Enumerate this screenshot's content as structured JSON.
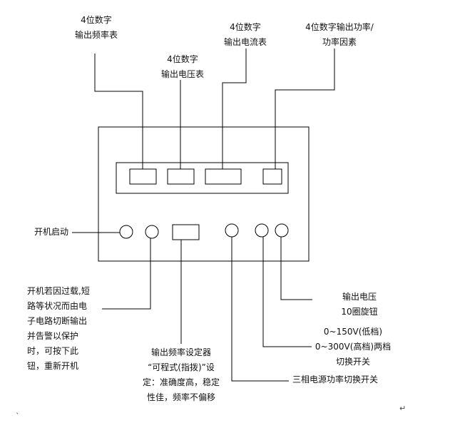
{
  "labels": {
    "freq_meter": [
      "4位数字",
      "输出频率表"
    ],
    "voltage_meter": [
      "4位数字",
      "输出电压表"
    ],
    "current_meter": [
      "4位数字",
      "输出电流表"
    ],
    "power_meter": [
      "4位数字输出功率/",
      "功率因素"
    ],
    "power_on": "开机启动",
    "restart": [
      "开机若因过载,短",
      "路等状况而由电",
      "子电路切断输出",
      "并告警以保护",
      "时，可按下此",
      "钮，重新开机"
    ],
    "freq_setter": [
      "输出频率设定器",
      "“可程式(指拨)”设",
      "定：准确度高，稳定",
      "性佳，频率不偏移"
    ],
    "phase_switch": "三相电源功率切换开关",
    "range_switch": [
      "0~150V(低档)",
      "0~300V(高档)两档",
      "切换开关"
    ],
    "voltage_knob": [
      "输出电压",
      "10圈旋钮"
    ]
  },
  "marks": {
    "left": "ˎ",
    "right": "↵"
  },
  "colors": {
    "line": "#000000",
    "background": "#ffffff",
    "text": "#111111"
  }
}
